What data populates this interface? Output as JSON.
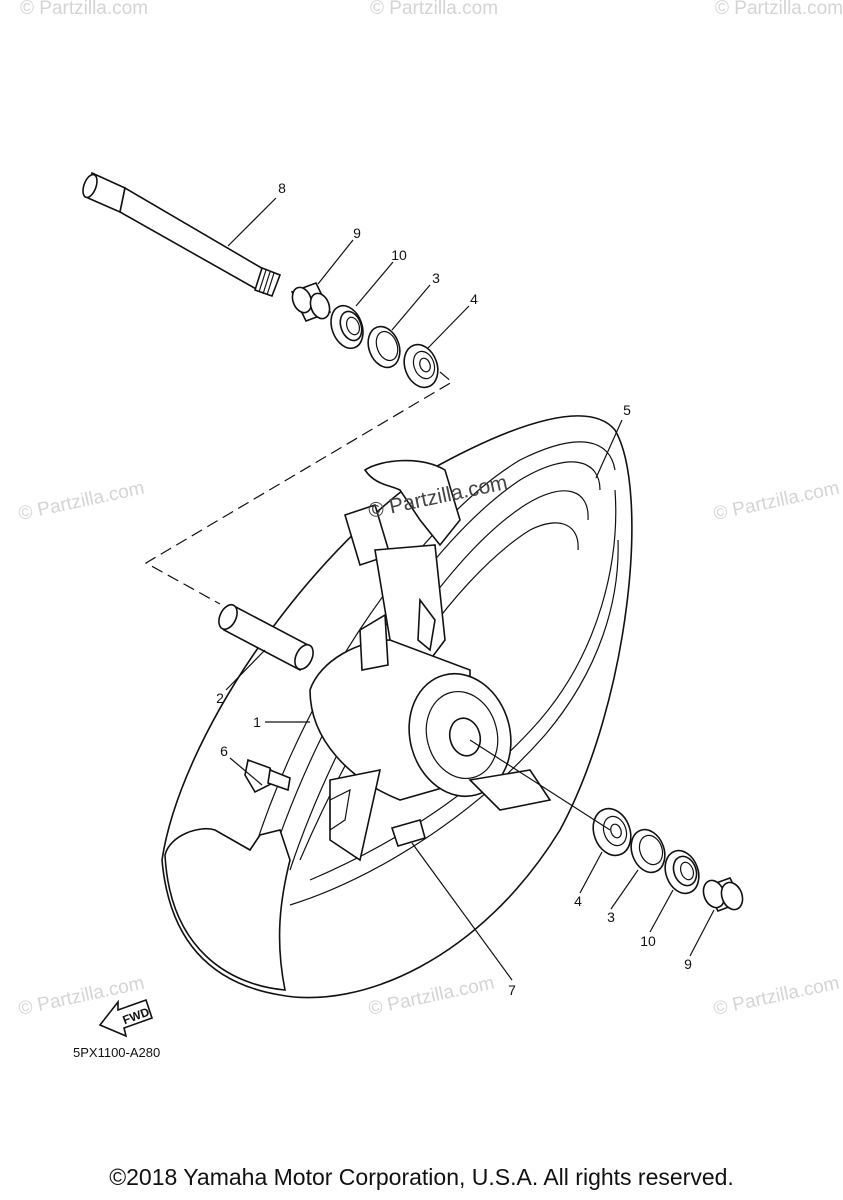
{
  "diagram": {
    "callouts": {
      "c1": "1",
      "c2": "2",
      "c3a": "3",
      "c3b": "3",
      "c4a": "4",
      "c4b": "4",
      "c5": "5",
      "c6": "6",
      "c7": "7",
      "c8": "8",
      "c9a": "9",
      "c9b": "9",
      "c10a": "10",
      "c10b": "10"
    },
    "part_code": "5PX1100-A280",
    "fwd_label": "FWD",
    "watermark_main": "© Partzilla.com",
    "watermark": "© Partzilla.com",
    "copyright": "©2018 Yamaha Motor Corporation, U.S.A. All rights reserved."
  }
}
